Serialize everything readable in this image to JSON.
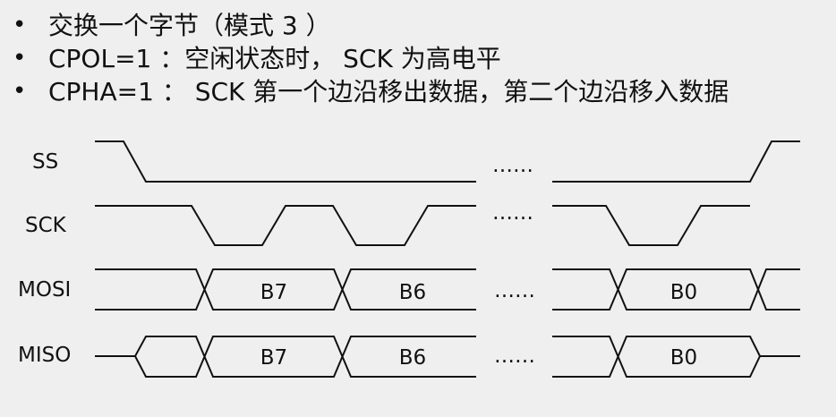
{
  "bullets": [
    "交换一个字节（模式 3 ）",
    "CPOL=1 ：空闲状态时， SCK 为高电平",
    "CPHA=1 ： SCK 第一个边沿移出数据，第二个边沿移入数据"
  ],
  "bullet_symbol": "•",
  "signals": {
    "ss": "SS",
    "sck": "SCK",
    "mosi": "MOSI",
    "miso": "MISO"
  },
  "bytes": {
    "mosi": [
      "B7",
      "B6",
      "B0"
    ],
    "miso": [
      "B7",
      "B6",
      "B0"
    ]
  },
  "ellipsis": "……"
}
